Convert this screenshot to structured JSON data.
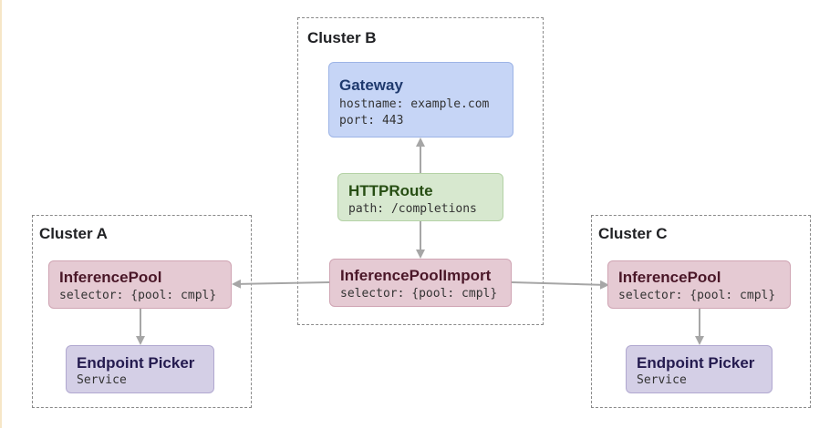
{
  "clusters": {
    "a": {
      "label": "Cluster A"
    },
    "b": {
      "label": "Cluster B"
    },
    "c": {
      "label": "Cluster C"
    }
  },
  "nodes": {
    "gateway": {
      "title": "Gateway",
      "hostname": "hostname: example.com",
      "port": "port: 443"
    },
    "httproute": {
      "title": "HTTPRoute",
      "path": "path: /completions"
    },
    "pool_import": {
      "title": "InferencePoolImport",
      "selector": "selector: {pool: cmpl}"
    },
    "pool_a": {
      "title": "InferencePool",
      "selector": "selector: {pool: cmpl}"
    },
    "picker_a": {
      "title": "Endpoint Picker",
      "kind": "Service"
    },
    "pool_c": {
      "title": "InferencePool",
      "selector": "selector: {pool: cmpl}"
    },
    "picker_c": {
      "title": "Endpoint Picker",
      "kind": "Service"
    }
  },
  "colors": {
    "gateway": "#c6d5f6",
    "httproute": "#d7e8cf",
    "pool": "#e5cad3",
    "picker": "#d4cfe6",
    "arrow": "#a6a6a6"
  },
  "edges": [
    {
      "from": "httproute",
      "to": "gateway"
    },
    {
      "from": "httproute",
      "to": "pool_import"
    },
    {
      "from": "pool_import",
      "to": "pool_a"
    },
    {
      "from": "pool_import",
      "to": "pool_c"
    },
    {
      "from": "pool_a",
      "to": "picker_a"
    },
    {
      "from": "pool_c",
      "to": "picker_c"
    }
  ]
}
